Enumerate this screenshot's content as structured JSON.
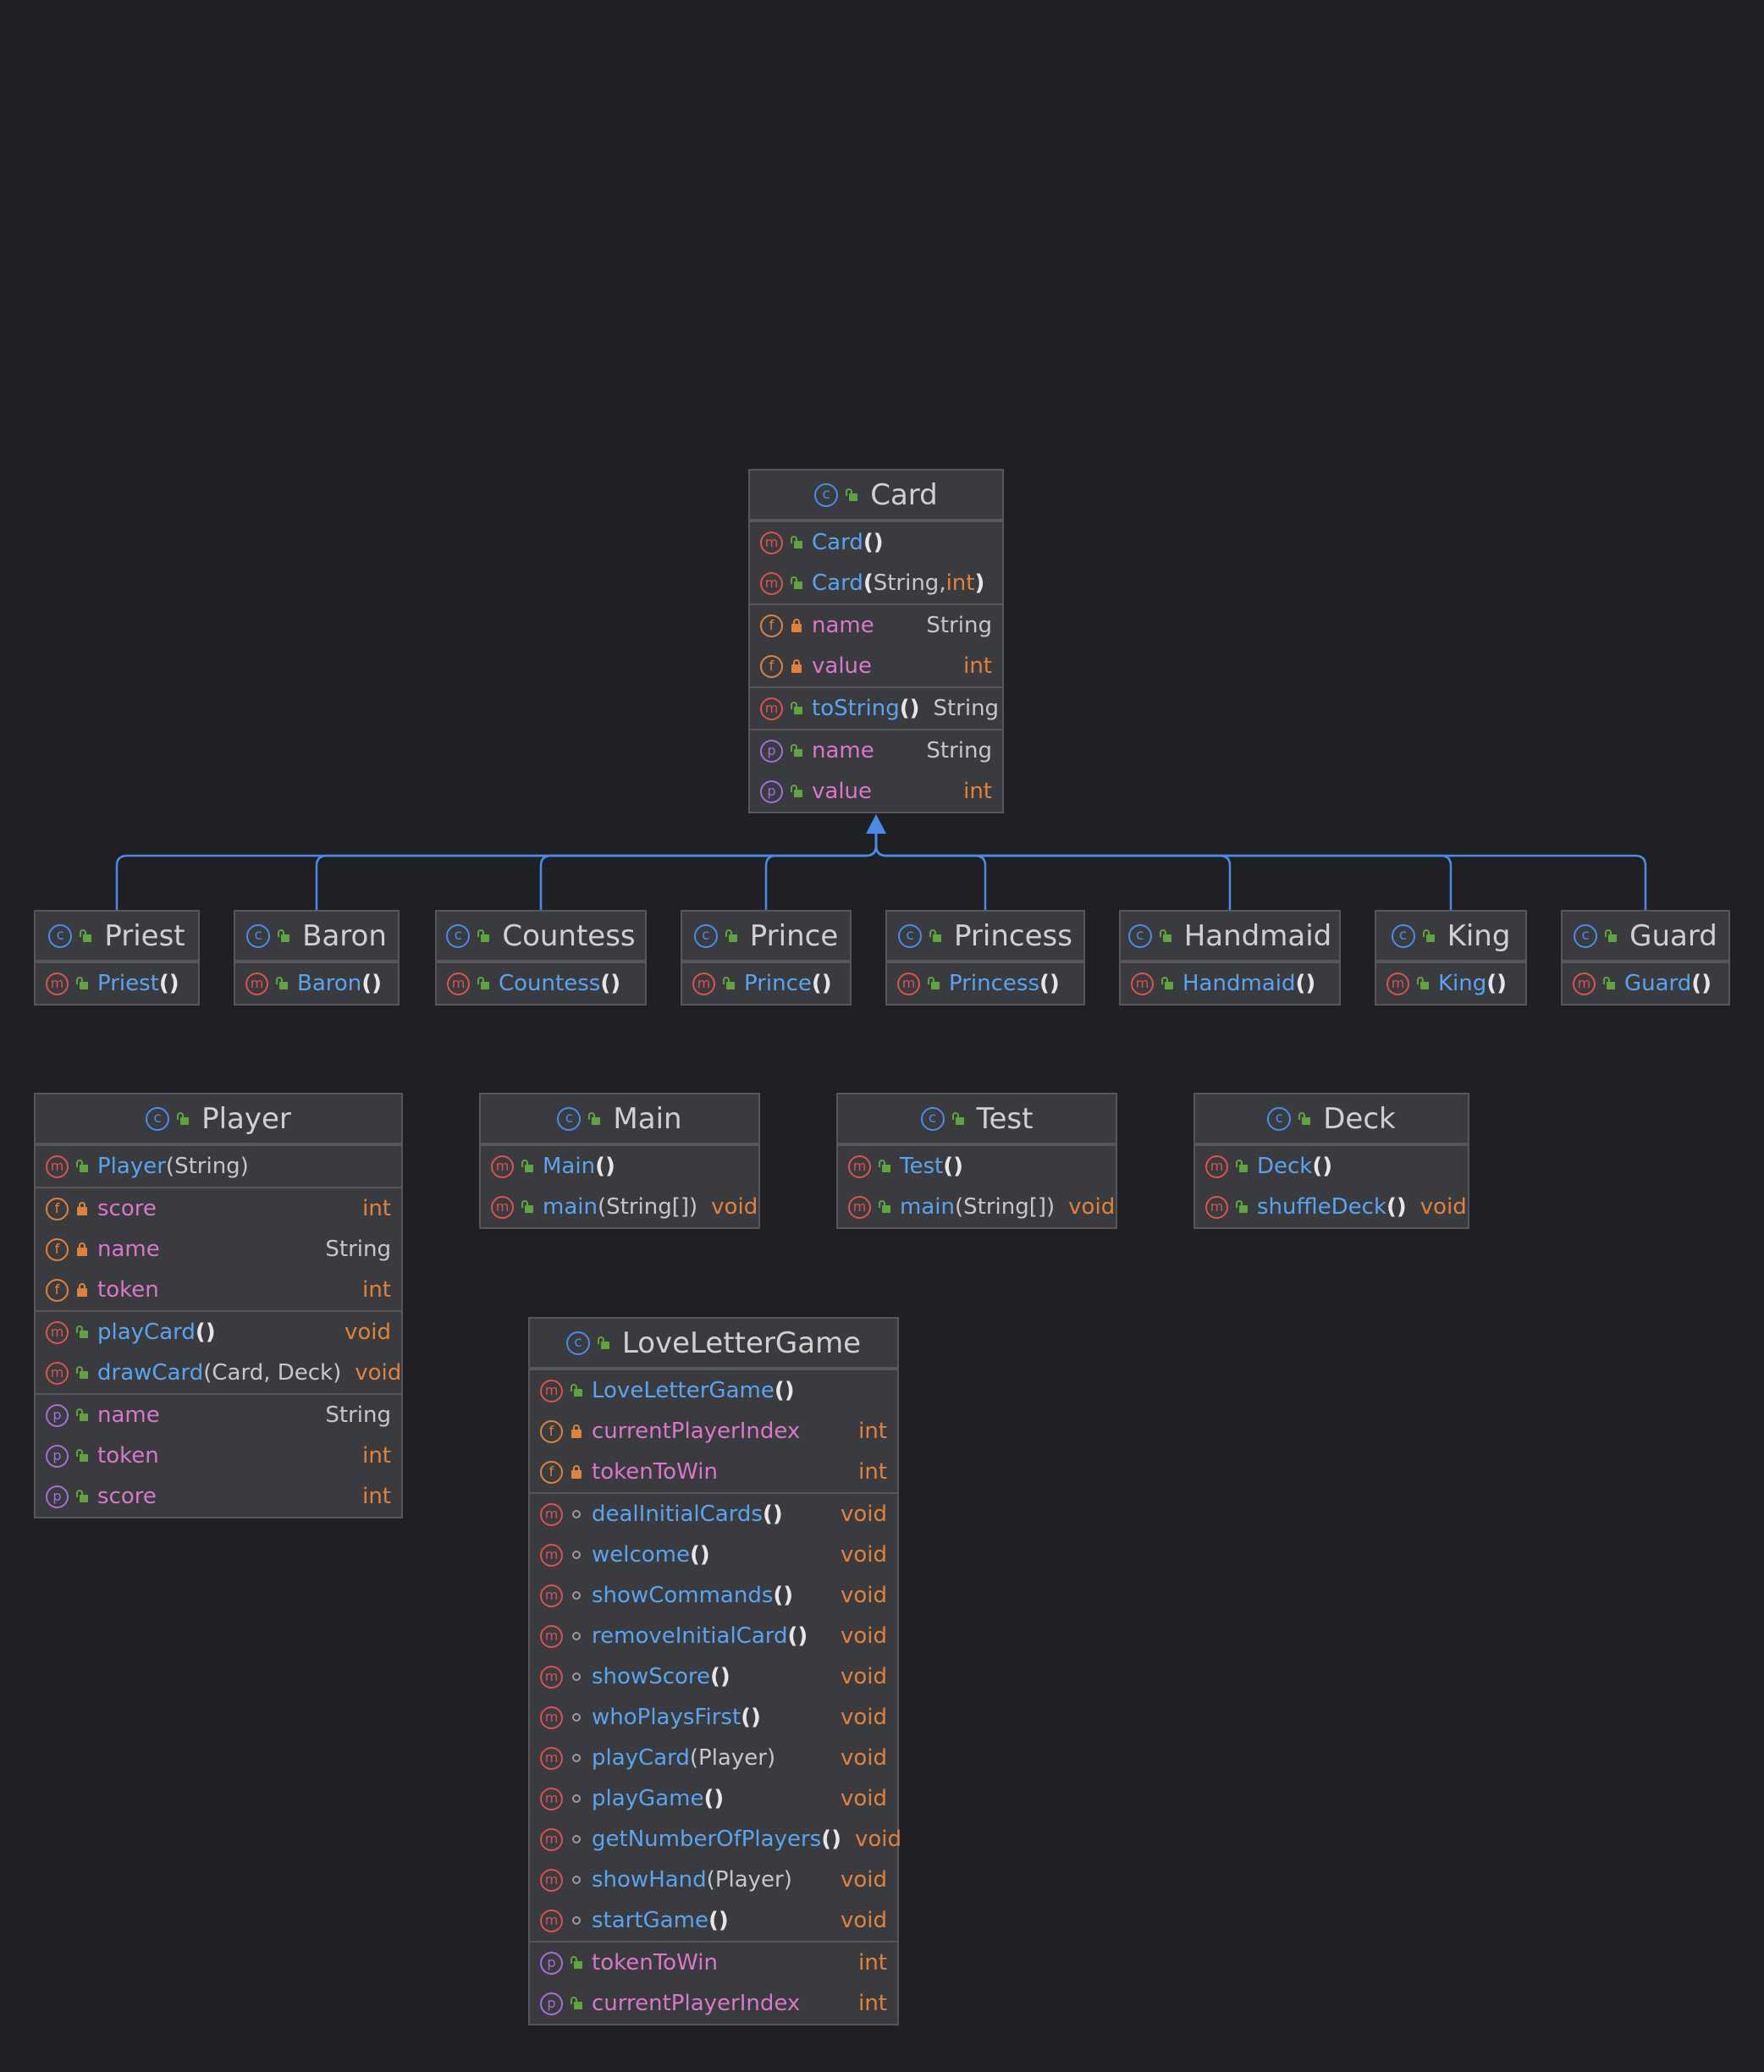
{
  "diagram": {
    "classes": [
      {
        "id": "card",
        "name": "Card",
        "kind": "class",
        "sections": [
          [
            {
              "icon": "m",
              "vis": "pub",
              "name": "Card",
              "args": "",
              "ret": ""
            },
            {
              "icon": "m",
              "vis": "pub",
              "name": "Card",
              "args": "String, int",
              "ret": ""
            }
          ],
          [
            {
              "icon": "f",
              "vis": "priv",
              "name": "name",
              "ret": "String"
            },
            {
              "icon": "f",
              "vis": "priv",
              "name": "value",
              "ret": "int"
            }
          ],
          [
            {
              "icon": "m",
              "vis": "pub",
              "name": "toString",
              "args": "",
              "ret": "String"
            }
          ],
          [
            {
              "icon": "p",
              "vis": "pub",
              "name": "name",
              "ret": "String"
            },
            {
              "icon": "p",
              "vis": "pub",
              "name": "value",
              "ret": "int"
            }
          ]
        ]
      },
      {
        "id": "priest",
        "name": "Priest",
        "kind": "class",
        "sections": [
          [
            {
              "icon": "m",
              "vis": "pub",
              "name": "Priest",
              "args": "",
              "ret": ""
            }
          ]
        ]
      },
      {
        "id": "baron",
        "name": "Baron",
        "kind": "class",
        "sections": [
          [
            {
              "icon": "m",
              "vis": "pub",
              "name": "Baron",
              "args": "",
              "ret": ""
            }
          ]
        ]
      },
      {
        "id": "countess",
        "name": "Countess",
        "kind": "class",
        "sections": [
          [
            {
              "icon": "m",
              "vis": "pub",
              "name": "Countess",
              "args": "",
              "ret": ""
            }
          ]
        ]
      },
      {
        "id": "prince",
        "name": "Prince",
        "kind": "class",
        "sections": [
          [
            {
              "icon": "m",
              "vis": "pub",
              "name": "Prince",
              "args": "",
              "ret": ""
            }
          ]
        ]
      },
      {
        "id": "princess",
        "name": "Princess",
        "kind": "class",
        "sections": [
          [
            {
              "icon": "m",
              "vis": "pub",
              "name": "Princess",
              "args": "",
              "ret": ""
            }
          ]
        ]
      },
      {
        "id": "handmaid",
        "name": "Handmaid",
        "kind": "class",
        "sections": [
          [
            {
              "icon": "m",
              "vis": "pub",
              "name": "Handmaid",
              "args": "",
              "ret": ""
            }
          ]
        ]
      },
      {
        "id": "king",
        "name": "King",
        "kind": "class",
        "sections": [
          [
            {
              "icon": "m",
              "vis": "pub",
              "name": "King",
              "args": "",
              "ret": ""
            }
          ]
        ]
      },
      {
        "id": "guard",
        "name": "Guard",
        "kind": "class",
        "sections": [
          [
            {
              "icon": "m",
              "vis": "pub",
              "name": "Guard",
              "args": "",
              "ret": ""
            }
          ]
        ]
      },
      {
        "id": "player",
        "name": "Player",
        "kind": "class",
        "sections": [
          [
            {
              "icon": "m",
              "vis": "pub",
              "name": "Player",
              "args": "String",
              "ret": ""
            }
          ],
          [
            {
              "icon": "f",
              "vis": "priv",
              "name": "score",
              "ret": "int"
            },
            {
              "icon": "f",
              "vis": "priv",
              "name": "name",
              "ret": "String"
            },
            {
              "icon": "f",
              "vis": "priv",
              "name": "token",
              "ret": "int"
            }
          ],
          [
            {
              "icon": "m",
              "vis": "pub",
              "name": "playCard",
              "args": "",
              "ret": "void"
            },
            {
              "icon": "m",
              "vis": "pub",
              "name": "drawCard",
              "args": "Card, Deck",
              "ret": "void"
            }
          ],
          [
            {
              "icon": "p",
              "vis": "pub",
              "name": "name",
              "ret": "String"
            },
            {
              "icon": "p",
              "vis": "pub",
              "name": "token",
              "ret": "int"
            },
            {
              "icon": "p",
              "vis": "pub",
              "name": "score",
              "ret": "int"
            }
          ]
        ]
      },
      {
        "id": "main",
        "name": "Main",
        "kind": "class",
        "sections": [
          [
            {
              "icon": "m",
              "vis": "pub",
              "name": "Main",
              "args": "",
              "ret": ""
            },
            {
              "icon": "m",
              "vis": "pub",
              "name": "main",
              "args": "String[]",
              "ret": "void"
            }
          ]
        ]
      },
      {
        "id": "test",
        "name": "Test",
        "kind": "class",
        "sections": [
          [
            {
              "icon": "m",
              "vis": "pub",
              "name": "Test",
              "args": "",
              "ret": ""
            },
            {
              "icon": "m",
              "vis": "pub",
              "name": "main",
              "args": "String[]",
              "ret": "void"
            }
          ]
        ]
      },
      {
        "id": "deck",
        "name": "Deck",
        "kind": "class",
        "sections": [
          [
            {
              "icon": "m",
              "vis": "pub",
              "name": "Deck",
              "args": "",
              "ret": ""
            },
            {
              "icon": "m",
              "vis": "pub",
              "name": "shuffleDeck",
              "args": "",
              "ret": "void"
            }
          ]
        ]
      },
      {
        "id": "loveletter",
        "name": "LoveLetterGame",
        "kind": "class",
        "sections": [
          [
            {
              "icon": "m",
              "vis": "pub",
              "name": "LoveLetterGame",
              "args": "",
              "ret": ""
            },
            {
              "icon": "f",
              "vis": "priv",
              "name": "currentPlayerIndex",
              "ret": "int"
            },
            {
              "icon": "f",
              "vis": "priv",
              "name": "tokenToWin",
              "ret": "int"
            }
          ],
          [
            {
              "icon": "m",
              "vis": "pkg",
              "name": "dealInitialCards",
              "args": "",
              "ret": "void"
            },
            {
              "icon": "m",
              "vis": "pkg",
              "name": "welcome",
              "args": "",
              "ret": "void"
            },
            {
              "icon": "m",
              "vis": "pkg",
              "name": "showCommands",
              "args": "",
              "ret": "void"
            },
            {
              "icon": "m",
              "vis": "pkg",
              "name": "removeInitialCard",
              "args": "",
              "ret": "void"
            },
            {
              "icon": "m",
              "vis": "pkg",
              "name": "showScore",
              "args": "",
              "ret": "void"
            },
            {
              "icon": "m",
              "vis": "pkg",
              "name": "whoPlaysFirst",
              "args": "",
              "ret": "void"
            },
            {
              "icon": "m",
              "vis": "pkg",
              "name": "playCard",
              "args": "Player",
              "ret": "void"
            },
            {
              "icon": "m",
              "vis": "pkg",
              "name": "playGame",
              "args": "",
              "ret": "void"
            },
            {
              "icon": "m",
              "vis": "pkg",
              "name": "getNumberOfPlayers",
              "args": "",
              "ret": "void"
            },
            {
              "icon": "m",
              "vis": "pkg",
              "name": "showHand",
              "args": "Player",
              "ret": "void"
            },
            {
              "icon": "m",
              "vis": "pkg",
              "name": "startGame",
              "args": "",
              "ret": "void"
            }
          ],
          [
            {
              "icon": "p",
              "vis": "pub",
              "name": "tokenToWin",
              "ret": "int"
            },
            {
              "icon": "p",
              "vis": "pub",
              "name": "currentPlayerIndex",
              "ret": "int"
            }
          ]
        ]
      }
    ],
    "inheritance": {
      "parent": "card",
      "children": [
        "priest",
        "baron",
        "countess",
        "prince",
        "princess",
        "handmaid",
        "king",
        "guard"
      ]
    },
    "icon_letters": {
      "class": "c",
      "method": "m",
      "field": "f",
      "property": "p"
    },
    "colors": {
      "background": "#1f2024",
      "edge": "#4a8be8",
      "method": "#5aa4ef",
      "field": "#d977c8",
      "primitive_type": "#e0823c"
    }
  }
}
